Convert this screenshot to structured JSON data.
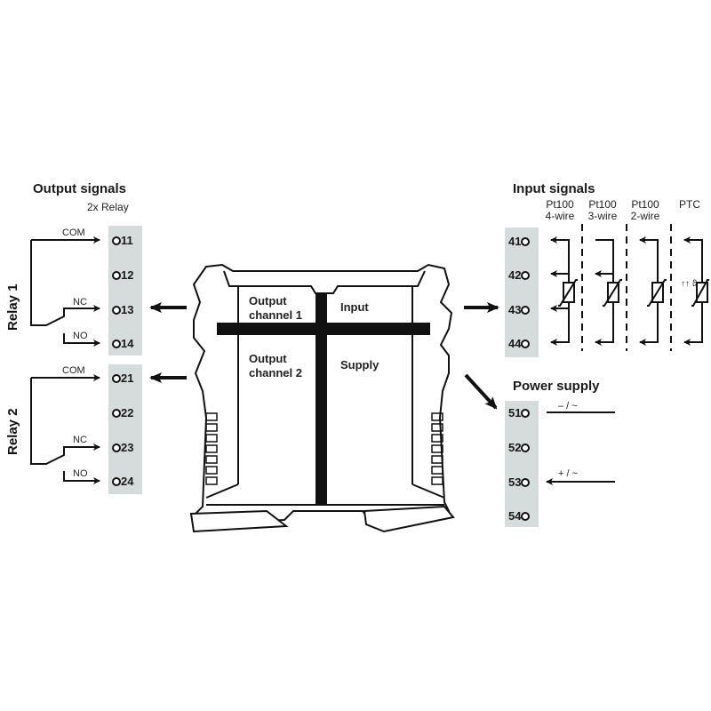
{
  "output_signals": {
    "title": "Output signals",
    "subtitle": "2x Relay",
    "relays": [
      {
        "label": "Relay 1",
        "terminals": [
          "11",
          "12",
          "13",
          "14"
        ],
        "contacts": {
          "com": "COM",
          "nc": "NC",
          "no": "NO"
        }
      },
      {
        "label": "Relay 2",
        "terminals": [
          "21",
          "22",
          "23",
          "24"
        ],
        "contacts": {
          "com": "COM",
          "nc": "NC",
          "no": "NO"
        }
      }
    ]
  },
  "module": {
    "output_channel_1": [
      "Output",
      "channel 1"
    ],
    "output_channel_2": [
      "Output",
      "channel 2"
    ],
    "input": "Input",
    "supply": "Supply"
  },
  "input_signals": {
    "title": "Input signals",
    "terminals": [
      "41",
      "42",
      "43",
      "44"
    ],
    "sensor_types": [
      {
        "line1": "Pt100",
        "line2": "4-wire"
      },
      {
        "line1": "Pt100",
        "line2": "3-wire"
      },
      {
        "line1": "Pt100",
        "line2": "2-wire"
      },
      {
        "line1": "PTC",
        "line2": ""
      }
    ],
    "ptc_symbol": "↑↑ ϑ"
  },
  "power_supply": {
    "title": "Power supply",
    "terminals": [
      "51",
      "52",
      "53",
      "54"
    ],
    "labels": {
      "t51": "– / ~",
      "t53": "+ / ~"
    }
  },
  "colors": {
    "strip": "#d6dcdb",
    "line": "#111111",
    "background": "#ffffff"
  }
}
